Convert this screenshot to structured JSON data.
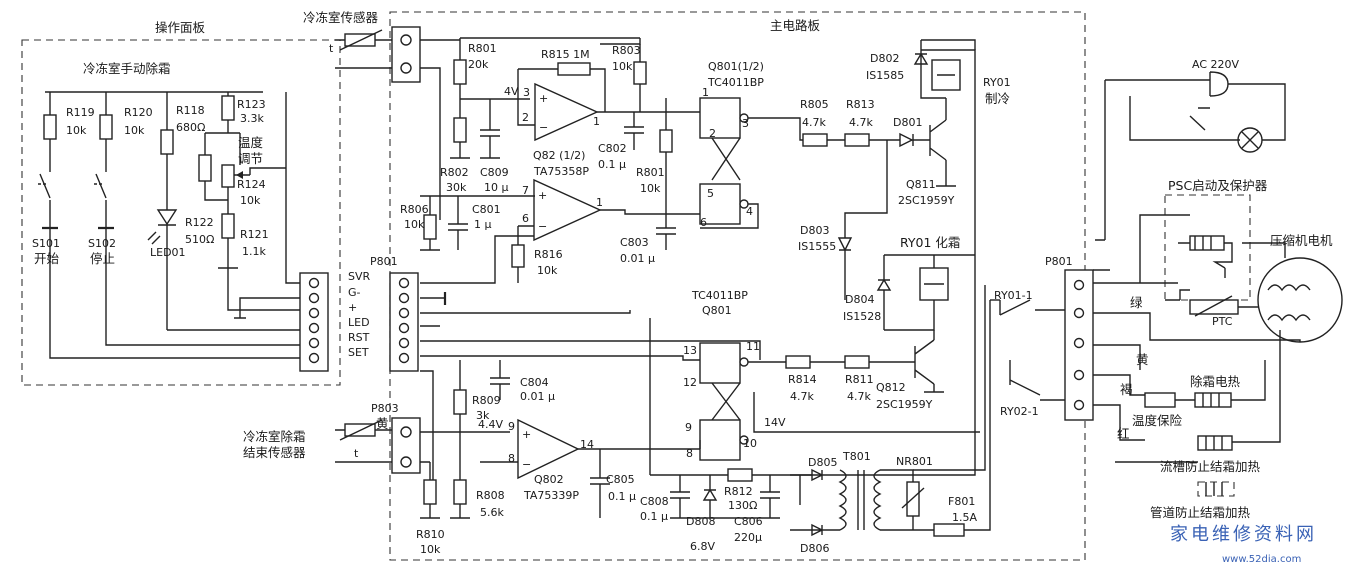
{
  "sections": {
    "panel": "操作面板",
    "manual_defrost": "冷冻室手动除霜",
    "main_board": "主电路板",
    "freezer_sensor": "冷冻室传感器",
    "defrost_end_sensor_1": "冷冻室除霜",
    "defrost_end_sensor_2": "结束传感器",
    "psc": "PSC启动及保护器"
  },
  "panel": {
    "R119": "R119",
    "R119v": "10k",
    "R120": "R120",
    "R120v": "10k",
    "R118": "R118",
    "R118v": "680Ω",
    "R123": "R123",
    "R123v": "3.3k",
    "temp1": "温度",
    "temp2": "调节",
    "R124": "R124",
    "R124v": "10k",
    "R122": "R122",
    "R122v": "510Ω",
    "R121": "R121",
    "R121v": "1.1k",
    "LED": "LED01",
    "S101": "S101",
    "S101c": "开始",
    "S102": "S102",
    "S102c": "停止"
  },
  "connector_labels": [
    "SVR",
    "G-",
    "+",
    "LED",
    "RST",
    "SET"
  ],
  "P801": "P801",
  "P801b": "P801",
  "P803": "P803",
  "yellow": "黄",
  "main": {
    "R801": "R801",
    "R801v": "20k",
    "R815": "R815  1M",
    "R803": "R803",
    "R803v": "10k",
    "v4": "4V",
    "R802": "R802",
    "R802v": "30k",
    "C809": "C809",
    "C809v": "10 µ",
    "Q82": "Q82 (1/2)",
    "TA75358P": "TA75358P",
    "C802": "C802",
    "C802v": "0.1 µ",
    "R801b": "R801",
    "R801bv": "10k",
    "Q801": "Q801(1/2)",
    "TC4011BP": "TC4011BP",
    "R806": "R806",
    "R806v": "10k",
    "C801": "C801",
    "C801v": "1 µ",
    "R816": "R816",
    "R816v": "10k",
    "C803": "C803",
    "C803v": "0.01 µ",
    "TC4011BPb": "TC4011BP",
    "Q801b": "Q801",
    "R805": "R805",
    "R805v": "4.7k",
    "R813": "R813",
    "R813v": "4.7k",
    "D801": "D801",
    "D802": "D802",
    "D802v": "IS1585",
    "RY01": "RY01",
    "RY01c": "制冷",
    "Q811": "Q811",
    "Q811v": "2SC1959Y",
    "D803": "D803",
    "D803v": "IS1555",
    "RY01b": "RY01 化霜",
    "D804": "D804",
    "D804v": "IS1528",
    "R814": "R814",
    "R814v": "4.7k",
    "R811": "R811",
    "R811v": "4.7k",
    "Q812": "Q812",
    "Q812v": "2SC1959Y",
    "R809": "R809",
    "R809v": "3k",
    "C804": "C804",
    "C804v": "0.01 µ",
    "v44": "4.4V",
    "Q802": "Q802",
    "TA75339P": "TA75339P",
    "C805": "C805",
    "C805v": "0.1 µ",
    "R808": "R808",
    "R808v": "5.6k",
    "R810": "R810",
    "R810v": "10k",
    "C808": "C808",
    "C808v": "0.1 µ",
    "D808": "D808",
    "D808v": "6.8V",
    "R812": "R812",
    "R812v": "130Ω",
    "C806": "C806",
    "C806v": "220µ",
    "D805": "D805",
    "D806": "D806",
    "T801": "T801",
    "NR801": "NR801",
    "F801": "F801",
    "F801v": "1.5A",
    "v14": "14V"
  },
  "pins": {
    "p1": "1",
    "p2": "2",
    "p3": "3",
    "p4": "4",
    "p5": "5",
    "p6": "6",
    "p7": "7",
    "p8": "8",
    "p9": "9",
    "p10": "10",
    "p11": "11",
    "p12": "12",
    "p13": "13",
    "p14": "14",
    "pa1": "1",
    "pa2": "2",
    "pa3": "3",
    "pa5": "5",
    "pa6": "6",
    "pa4": "4",
    "pb8": "8",
    "pb14": "14"
  },
  "right": {
    "ac": "AC  220V",
    "RY011": "RY01-1",
    "RY021": "RY02-1",
    "motor": "压缩机电机",
    "green": "绿",
    "yellow": "黄",
    "brown": "褐",
    "red": "红",
    "PTC": "PTC",
    "defrost_heater": "除霜电热",
    "temp_protect": "温度保险",
    "trough_heater": "流槽防止结霜加热",
    "pipe_heater": "管道防止结霜加热"
  },
  "watermark": {
    "cn": "家电维修资料网",
    "url": "www.52dia.com"
  }
}
